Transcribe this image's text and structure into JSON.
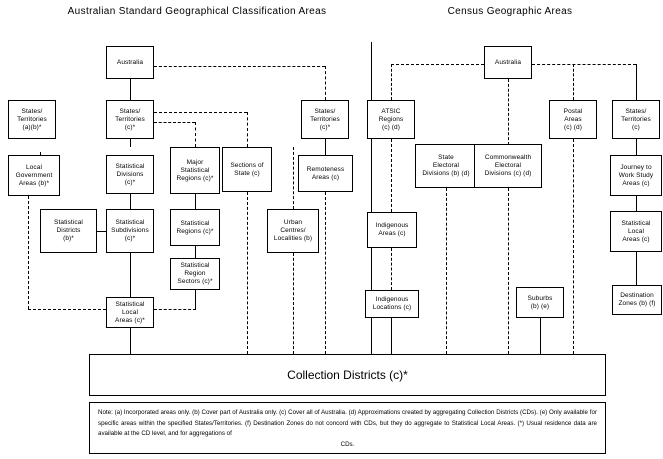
{
  "titles": {
    "left": "Australian Standard Geographical Classification Areas",
    "right": "Census Geographic Areas"
  },
  "asgc": {
    "australia": "Australia",
    "states_a_b": "States/\nTerritories\n(a)(b)*",
    "local_government": "Local\nGovernment\nAreas  (b)*",
    "states_c_1": "States/\nTerritories\n(c)*",
    "statistical_divisions": "Statistical\nDivisions\n(c)*",
    "major_statistical_regions": "Major\nStatistical\nRegions (c)*",
    "sections_of_state": "Sections of\nState (c)",
    "states_c_2": "States/\nTerritories\n(c)*",
    "remoteness_areas": "Remoteness\nAreas (c)",
    "statistical_districts": "Statistical\nDistricts\n(b)*",
    "statistical_subdivisions": "Statistical\nSubdivisions\n(c)*",
    "statistical_regions": "Statistical\nRegions (c)*",
    "urban_centres": "Urban\nCentres/\nLocalities  (b)",
    "statistical_region_sectors": "Statistical\nRegion\nSectors (c)*",
    "statistical_local_areas": "Statistical\nLocal\nAreas (c)*"
  },
  "census": {
    "australia": "Australia",
    "atsic_regions": "ATSIC\nRegions\n(c) (d)",
    "postal_areas": "Postal\nAreas\n(c) (d)",
    "states_territories": "States/\nTerritories\n(c)",
    "state_electoral": "State\nElectoral\nDivisions  (b) (d)",
    "commonwealth_electoral": "Commonwealth\nElectoral\nDivisions (c) (d)",
    "journey_to_work": "Journey to\nWork Study\nAreas (c)",
    "indigenous_areas": "Indigenous\nAreas  (c)",
    "statistical_local_areas": "Statistical\nLocal\nAreas (c)",
    "indigenous_locations": "Indigenous\nLocations  (c)",
    "suburbs": "Suburbs\n(b) (e)",
    "destination_zones": "Destination\nZones (b) (f)"
  },
  "collection_districts": "Collection Districts (c)*",
  "note": {
    "body": "Note:  (a) Incorporated areas only.  (b) Cover part of Australia only.  (c) Cover all of Australia.  (d) Approximations created by aggregating Collection Districts (CDs).  (e) Only available for specific areas within the specified States/Territories.  (f) Destination Zones do not concord with CDs, but they do aggregate to Statistical Local Areas.  (*) Usual residence data are available at the CD level, and for aggregations of",
    "last_line": "CDs."
  }
}
